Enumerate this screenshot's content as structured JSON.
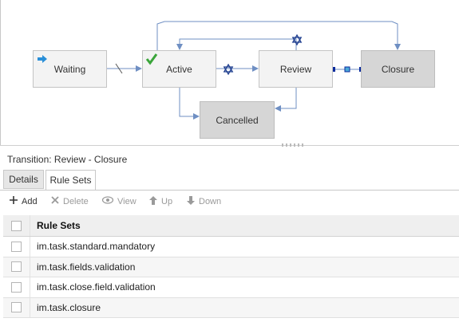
{
  "diagram": {
    "nodes": {
      "waiting": "Waiting",
      "active": "Active",
      "review": "Review",
      "closure": "Closure",
      "cancelled": "Cancelled"
    }
  },
  "transition_title": "Transition: Review - Closure",
  "tabs": [
    {
      "label": "Details",
      "selected": false
    },
    {
      "label": "Rule Sets",
      "selected": true
    }
  ],
  "toolbar": {
    "add": "Add",
    "delete": "Delete",
    "view": "View",
    "up": "Up",
    "down": "Down"
  },
  "grid": {
    "header": "Rule Sets",
    "rows": [
      "im.task.standard.mandatory",
      "im.task.fields.validation",
      "im.task.close.field.validation",
      "im.task.closure"
    ]
  },
  "colors": {
    "wire": "#6f8fc3",
    "check": "#3aa53a",
    "arrow": "#2a8fd8",
    "selected_handle": "#0a2a9c"
  }
}
